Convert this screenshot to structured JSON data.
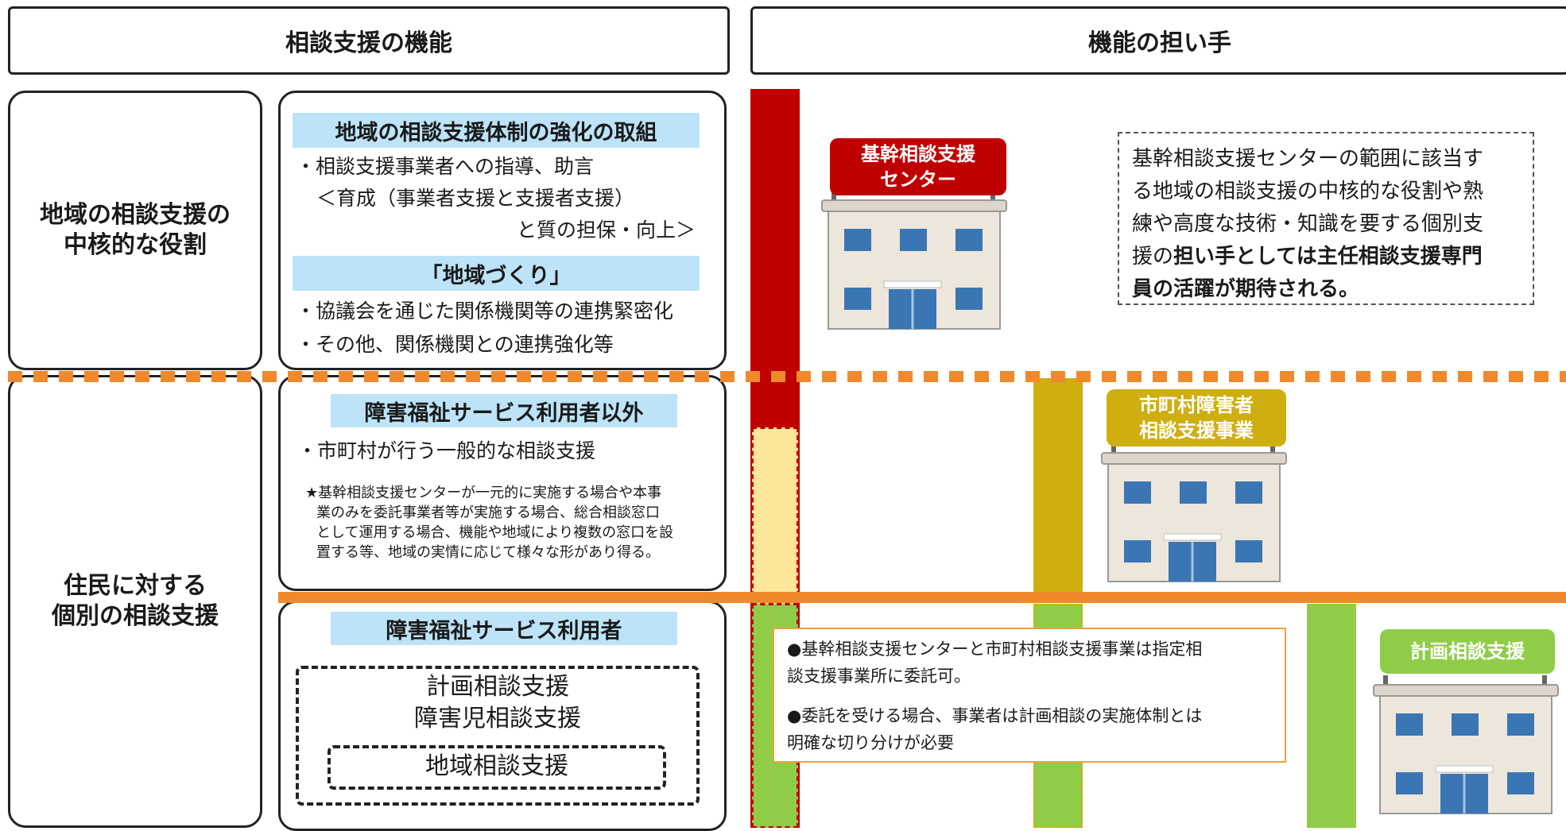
{
  "headers": {
    "functions": "相談支援の機能",
    "providers": "機能の担い手"
  },
  "roles": {
    "core_line1": "地域の相談支援の",
    "core_line2": "中核的な役割",
    "individual_line1": "住民に対する",
    "individual_line2": "個別の相談支援"
  },
  "core_box": {
    "band1": "地域の相談支援体制の強化の取組",
    "line1": "・相談支援事業者への指導、助言",
    "line2": "＜育成（事業者支援と支援者支援）",
    "line3": "と質の担保・向上＞",
    "band2": "「地域づくり」",
    "line4": "・協議会を通じた関係機関等の連携緊密化",
    "line5": "・その他、関係機関との連携強化等"
  },
  "non_user_box": {
    "band": "障害福祉サービス利用者以外",
    "line1": "・市町村が行う一般的な相談支援",
    "note1": "★基幹相談支援センターが一元的に実施する場合や本事",
    "note2": "業のみを委託事業者等が実施する場合、総合相談窓口",
    "note3": "として運用する場合、機能や地域により複数の窓口を設",
    "note4": "置する等、地域の実情に応じて様々な形があり得る。"
  },
  "user_box": {
    "band": "障害福祉サービス利用者",
    "item1": "計画相談支援",
    "item2": "障害児相談支援",
    "item3": "地域相談支援"
  },
  "signs": {
    "kikan_line1": "基幹相談支援",
    "kikan_line2": "センター",
    "shichoson_line1": "市町村障害者",
    "shichoson_line2": "相談支援事業",
    "keikaku": "計画相談支援"
  },
  "callout_top": {
    "line1": "基幹相談支援センターの範囲に該当す",
    "line2": "る地域の相談支援の中核的な役割や熟",
    "line3": "練や高度な技術・知識を要する個別支",
    "line4_a": "援の",
    "line4_b": "担い手としては主任相談支援専門",
    "line5": "員の活躍が期待される。"
  },
  "callout_bottom": {
    "line1": "●基幹相談支援センターと市町村相談支援事業は指定相",
    "line2": "談支援事業所に委託可。",
    "line3": "●委託を受ける場合、事業者は計画相談の実施体制とは",
    "line4": "明確な切り分けが必要"
  },
  "colors": {
    "red": "#c00000",
    "mustard": "#cfae10",
    "green": "#8fcd48",
    "light_yellow": "#fce697",
    "orange": "#f0882c",
    "band_blue": "#bde3f8"
  }
}
